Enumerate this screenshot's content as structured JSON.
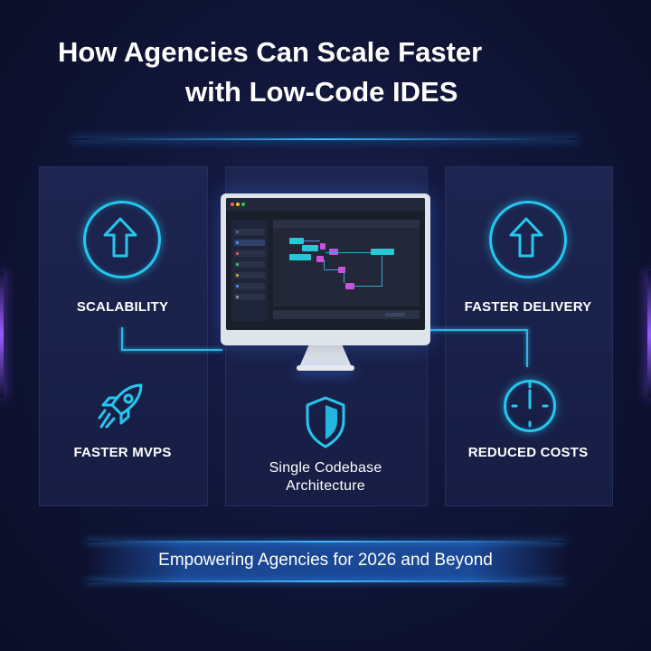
{
  "title": {
    "line1": "How Agencies Can Scale Faster",
    "line2": "with Low-Code IDES"
  },
  "features": {
    "scalability": "SCALABILITY",
    "faster_delivery": "FASTER DELIVERY",
    "faster_mvps": "FASTER MVPS",
    "reduced_costs": "REDUCED COSTS",
    "single_codebase_line1": "Single Codebase",
    "single_codebase_line2": "Architecture"
  },
  "icons": {
    "scalability": "arrow-up-icon",
    "faster_delivery": "arrow-up-icon",
    "faster_mvps": "rocket-icon",
    "reduced_costs": "clock-icon",
    "single_codebase": "shield-icon",
    "central": "monitor-icon"
  },
  "footer": {
    "text": "Empowering Agencies for 2026 and Beyond"
  },
  "colors": {
    "accent_cyan": "#25c7ee",
    "accent_blue": "#38b8ff",
    "accent_purple": "#9b5cff",
    "background": "#11163a"
  }
}
